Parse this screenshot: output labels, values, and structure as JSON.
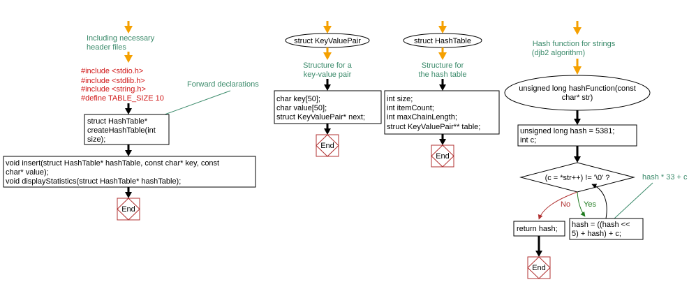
{
  "flow1": {
    "comment_includes": [
      "Including necessary",
      "header files"
    ],
    "preprocessor": [
      "#include <stdio.h>",
      "#include <stdlib.h>",
      "#include <string.h>",
      "#define TABLE_SIZE 10"
    ],
    "comment_forward": "Forward declarations",
    "decl_box": [
      "struct HashTable*",
      "createHashTable(int",
      "size);"
    ],
    "proto_box": [
      "void insert(struct HashTable* hashTable, const char* key, const",
      "char* value);",
      "void displayStatistics(struct HashTable* hashTable);"
    ],
    "end_label": "End"
  },
  "flow2": {
    "start_label": "struct KeyValuePair",
    "comment": [
      "Structure for a",
      "key-value pair"
    ],
    "body": [
      "char key[50];",
      "char value[50];",
      "struct KeyValuePair* next;"
    ],
    "end_label": "End"
  },
  "flow3": {
    "start_label": "struct HashTable",
    "comment": [
      "Structure for",
      "the hash table"
    ],
    "body": [
      "int size;",
      "int itemCount;",
      "int maxChainLength;",
      "struct KeyValuePair** table;"
    ],
    "end_label": "End"
  },
  "flow4": {
    "comment": [
      "Hash function for strings",
      "(djb2 algorithm)"
    ],
    "start_label": [
      "unsigned long hashFunction(const",
      "char* str)"
    ],
    "init_box": [
      "unsigned long hash = 5381;",
      "int c;"
    ],
    "condition": "(c = *str++) != '\\0' ?",
    "loop_comment": "hash * 33 + c",
    "no_label": "No",
    "yes_label": "Yes",
    "return_box": "return hash;",
    "loop_box": [
      "hash = ((hash <<",
      "5) + hash) + c;"
    ],
    "end_label": "End"
  },
  "colors": {
    "comment": "#3a8a6a",
    "preprocessor": "#d01818",
    "end": "#b03030",
    "arrow_start": "#f5a000",
    "no": "#b03030",
    "yes": "#1e7a1e"
  }
}
